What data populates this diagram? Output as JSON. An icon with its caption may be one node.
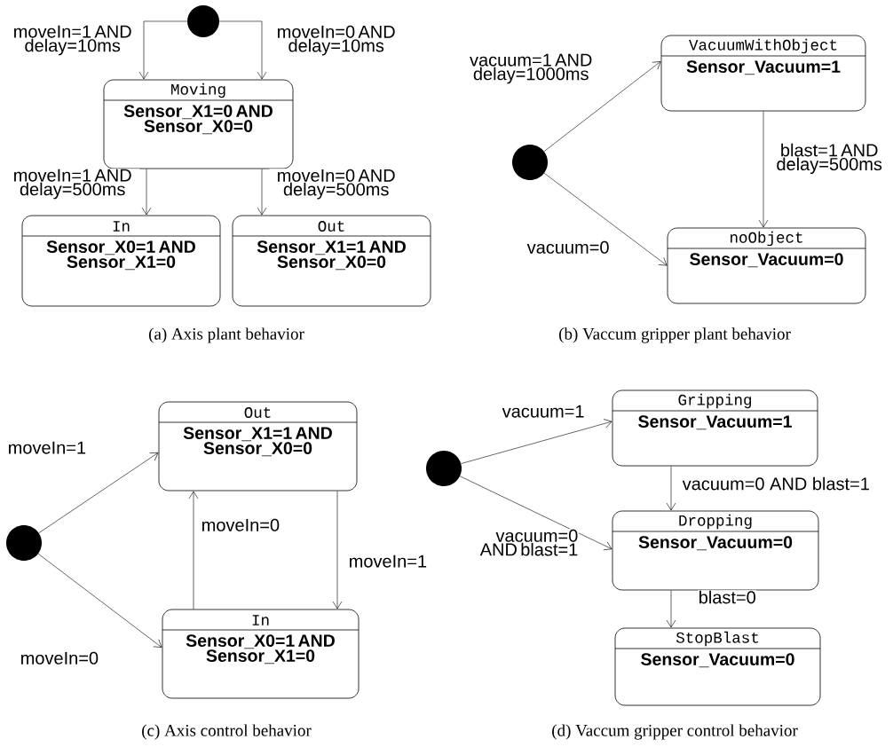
{
  "diagram": {
    "nodes": [
      {
        "text": [],
        "shape": "circle"
      },
      {
        "text": [
          "Moving",
          "Sensor_X1=0 AND Sensor_X0=0"
        ]
      },
      {
        "text": [
          "In",
          "Sensor_X0=1 AND Sensor_X1=0"
        ]
      },
      {
        "text": [
          "Out",
          "Sensor_X1=1 AND Sensor_X0=0"
        ]
      },
      {
        "text": [],
        "shape": "circle"
      },
      {
        "text": [
          "VacuumWithObject",
          "Sensor_Vacuum=1"
        ]
      },
      {
        "text": [
          "noObject",
          "Sensor_Vacuum=0"
        ]
      },
      {
        "text": [],
        "shape": "circle"
      },
      {
        "text": [
          "Out",
          "Sensor_X1=1 AND Sensor_X0=0"
        ]
      },
      {
        "text": [
          "In",
          "Sensor_X0=1 AND Sensor_X1=0"
        ]
      },
      {
        "text": [],
        "shape": "circle"
      },
      {
        "text": [
          "Gripping",
          "Sensor_Vacuum=1"
        ]
      },
      {
        "text": [
          "Dropping",
          "Sensor_Vacuum=0"
        ]
      },
      {
        "text": [
          "StopBlast",
          "Sensor_Vacuum=0"
        ]
      }
    ],
    "edges": [
      {
        "from": 0,
        "to": 1,
        "arrow": "to",
        "label": "moveIn=1 AND delay=10ms"
      },
      {
        "from": 0,
        "to": 1,
        "arrow": "to",
        "label": "moveIn=0 AND delay=10ms"
      },
      {
        "from": 1,
        "to": 2,
        "arrow": "to",
        "label": "moveIn=1 AND delay=500ms"
      },
      {
        "from": 1,
        "to": 3,
        "arrow": "to",
        "label": "moveIn=0 AND delay=500ms"
      },
      {
        "from": 4,
        "to": 5,
        "arrow": "to",
        "label": "vacuum=1 AND delay=1000ms"
      },
      {
        "from": 5,
        "to": 6,
        "arrow": "to",
        "label": "blast=1 AND delay=500ms"
      },
      {
        "from": 4,
        "to": 6,
        "arrow": "to",
        "label": "vacuum=0"
      },
      {
        "from": 7,
        "to": 8,
        "arrow": "to",
        "label": "moveIn=1"
      },
      {
        "from": 7,
        "to": 9,
        "arrow": "to",
        "label": "moveIn=0"
      },
      {
        "from": 9,
        "to": 8,
        "arrow": "to",
        "label": "moveIn=0"
      },
      {
        "from": 8,
        "to": 9,
        "arrow": "to",
        "label": "moveIn=1"
      },
      {
        "from": 10,
        "to": 11,
        "arrow": "to",
        "label": "vacuum=1"
      },
      {
        "from": 10,
        "to": 12,
        "arrow": "to",
        "label": "vacuum=0 AND blast=1"
      },
      {
        "from": 11,
        "to": 12,
        "arrow": "to",
        "label": "vacuum=0 AND blast=1"
      },
      {
        "from": 12,
        "to": 13,
        "arrow": "to",
        "label": "blast=0"
      }
    ],
    "labels": [
      "(a) Axis plant behavior",
      "(b) Vaccum gripper plant behavior",
      "(c) Axis control behavior",
      "(d) Vaccum gripper control behavior"
    ]
  }
}
